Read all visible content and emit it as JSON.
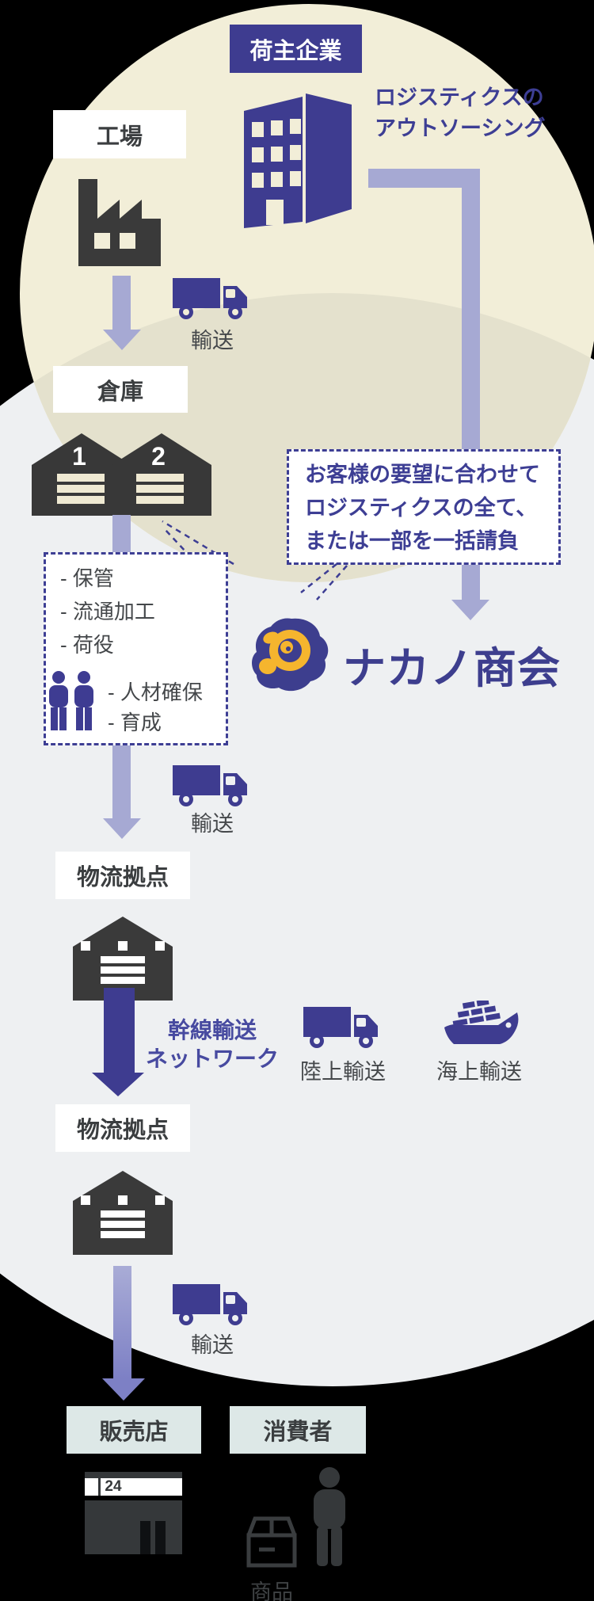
{
  "header": {
    "shipper_badge": "荷主企業"
  },
  "annotation": {
    "line1": "ロジスティクスの",
    "line2": "アウトソーシング"
  },
  "nodes": {
    "factory_label": "工場",
    "warehouse_label": "倉庫",
    "hub1_label": "物流拠点",
    "hub2_label": "物流拠点",
    "store_label": "販売店",
    "consumer_label": "消費者"
  },
  "warehouse_numbers": {
    "one": "1",
    "two": "2"
  },
  "bubble": {
    "line1": "お客様の要望に合わせて",
    "line2": "ロジスティクスの全て、",
    "line3": "または一部を一括請負"
  },
  "services": {
    "item1": "- 保管",
    "item2": "- 流通加工",
    "item3": "- 荷役",
    "item4": "- 人材確保",
    "item5": "- 育成"
  },
  "transport": {
    "label1": "輸送",
    "label2": "輸送",
    "label3": "輸送",
    "land": "陸上輸送",
    "sea": "海上輸送",
    "trunk_line1": "幹線輸送",
    "trunk_line2": "ネットワーク"
  },
  "logo": {
    "company": "ナカノ商会"
  },
  "store": {
    "sign": "24"
  },
  "goods": {
    "label": "商品"
  },
  "icons": {
    "building": "office-building-icon",
    "factory": "factory-icon",
    "truck": "truck-icon",
    "warehouse_double": "double-warehouse-icon",
    "warehouse_single": "warehouse-icon",
    "ship": "cargo-ship-icon",
    "people": "two-people-icon",
    "person": "person-icon",
    "store": "convenience-store-icon",
    "box": "package-box-icon",
    "logo_mark": "nakano-ram-logo-icon"
  },
  "colors": {
    "navy": "#3e3c90",
    "navy_text": "#3d3e94",
    "purple": "#a6a9d3",
    "purple_strong": "#7d80c5",
    "charcoal": "#383a3c",
    "beige_circle": "#f2eed8",
    "gray_circle": "#eef0f2",
    "overlap": "#e4e1cd",
    "pale_box": "#dde8e7",
    "logo_yellow": "#f5b52e"
  }
}
